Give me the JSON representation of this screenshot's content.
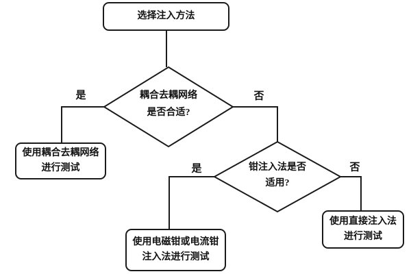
{
  "colors": {
    "background": "#ffffff",
    "stroke": "#1a1a1a",
    "text": "#111111"
  },
  "flowchart": {
    "start": {
      "label": "选择注入方法"
    },
    "decision1": {
      "line1": "耦合去耦网络",
      "line2": "是否合适?"
    },
    "decision1_yes": "是",
    "decision1_no": "否",
    "result_left": {
      "line1": "使用耦合去耦网络",
      "line2": "进行测试"
    },
    "decision2": {
      "line1": "钳注入法是否",
      "line2": "适用?"
    },
    "decision2_yes": "是",
    "decision2_no": "否",
    "result_middle": {
      "line1": "使用电磁钳或电流钳",
      "line2": "注入法进行测试"
    },
    "result_right": {
      "line1": "使用直接注入法",
      "line2": "进行测试"
    }
  }
}
